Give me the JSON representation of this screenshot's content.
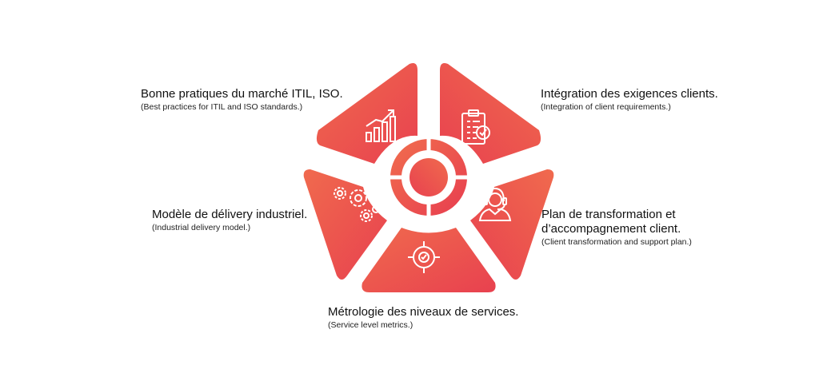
{
  "colors": {
    "segment_light": "#f06a4e",
    "segment_dark": "#e8414f",
    "icon_stroke": "#ffffff",
    "background": "#ffffff"
  },
  "segments": [
    {
      "icon": "bar-chart-up-icon",
      "title": "Bonne pratiques du marché ITIL, ISO.",
      "subtitle": "(Best practices for ITIL and ISO standards.)"
    },
    {
      "icon": "clipboard-checklist-icon",
      "title": "Intégration des exigences clients.",
      "subtitle": "(Integration of client requirements.)"
    },
    {
      "icon": "headset-agent-icon",
      "title": "Plan de transformation et d’accompagnement client.",
      "subtitle": "(Client transformation and support plan.)"
    },
    {
      "icon": "target-check-icon",
      "title": "Métrologie des niveaux de services.",
      "subtitle": "(Service level metrics.)"
    },
    {
      "icon": "gears-icon",
      "title": "Modèle de délivery industriel.",
      "subtitle": "(Industrial delivery model.)"
    }
  ]
}
